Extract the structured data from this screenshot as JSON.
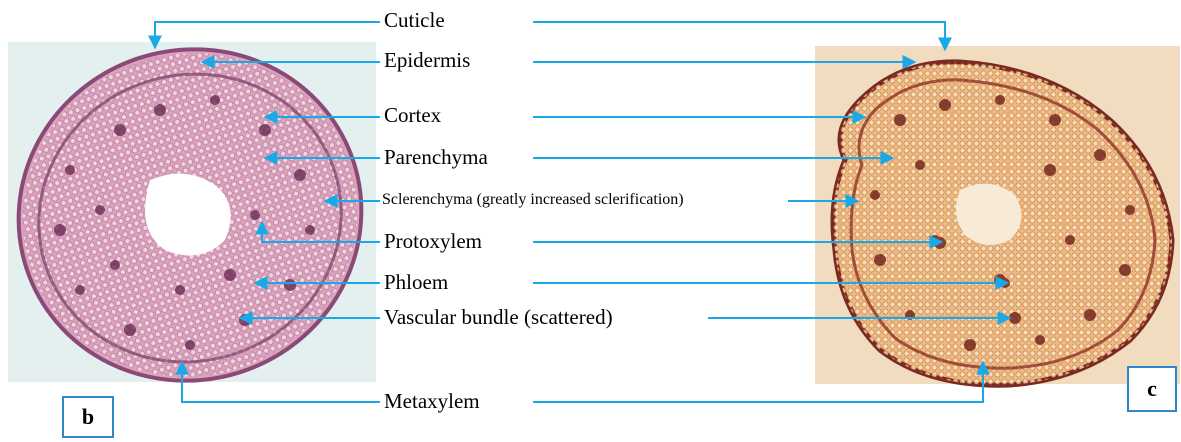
{
  "labels": {
    "cuticle": "Cuticle",
    "epidermis": "Epidermis",
    "cortex": "Cortex",
    "parenchyma": "Parenchyma",
    "sclerenchyma": "Sclerenchyma (greatly increased sclerification)",
    "protoxylem": "Protoxylem",
    "phloem": "Phloem",
    "vascular_bundle": "Vascular bundle (scattered)",
    "metaxylem": "Metaxylem"
  },
  "panels": {
    "left": "b",
    "right": "c"
  },
  "colors": {
    "arrow": "#19a9e6",
    "box_border": "#2f86c8",
    "left_bg": "#e4f0ef",
    "left_tissue": "#dba3bc",
    "left_edge": "#8a4a78",
    "right_bg": "#f1dcc0",
    "right_tissue": "#eebb86",
    "right_edge": "#7a2a20"
  }
}
